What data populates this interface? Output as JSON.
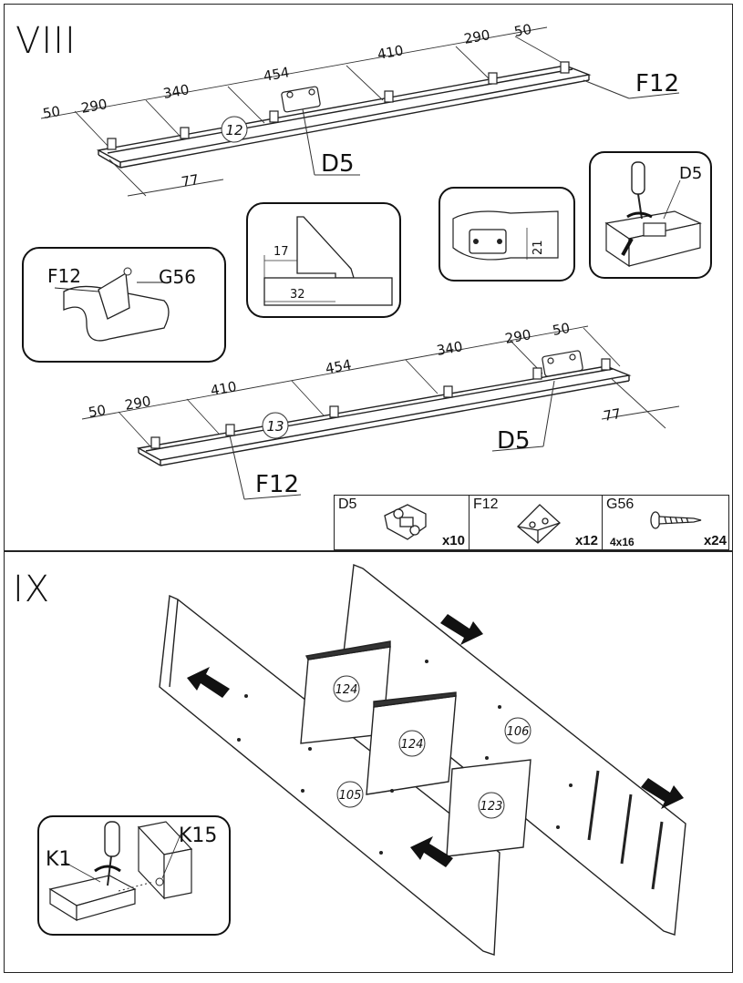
{
  "step8": {
    "title": "VIII",
    "panel_12": {
      "number": "12",
      "dims": [
        "50",
        "290",
        "340",
        "454",
        "410",
        "290",
        "50"
      ],
      "offset_dim": "77",
      "labels": {
        "hinge": "D5",
        "bracket": "F12"
      }
    },
    "panel_13": {
      "number": "13",
      "dims": [
        "50",
        "290",
        "410",
        "454",
        "340",
        "290",
        "50"
      ],
      "offset_dim": "77",
      "labels": {
        "hinge": "D5",
        "bracket": "F12"
      }
    },
    "details": {
      "bracket_detail": {
        "left": "F12",
        "right": "G56"
      },
      "profile_detail": {
        "top": "17",
        "bottom": "32"
      },
      "hinge_detail": {
        "value": "21"
      },
      "screwdriver_detail": {
        "label": "D5"
      }
    },
    "hardware": [
      {
        "code": "D5",
        "qty": "x10",
        "size": "",
        "icon": "hinge-plate-icon"
      },
      {
        "code": "F12",
        "qty": "x12",
        "size": "",
        "icon": "corner-bracket-icon"
      },
      {
        "code": "G56",
        "qty": "x24",
        "size": "4x16",
        "icon": "screw-icon"
      }
    ]
  },
  "step9": {
    "title": "IX",
    "panels": [
      "124",
      "124",
      "106",
      "105",
      "123"
    ],
    "detail": {
      "k1": "K1",
      "k15": "K15"
    }
  }
}
